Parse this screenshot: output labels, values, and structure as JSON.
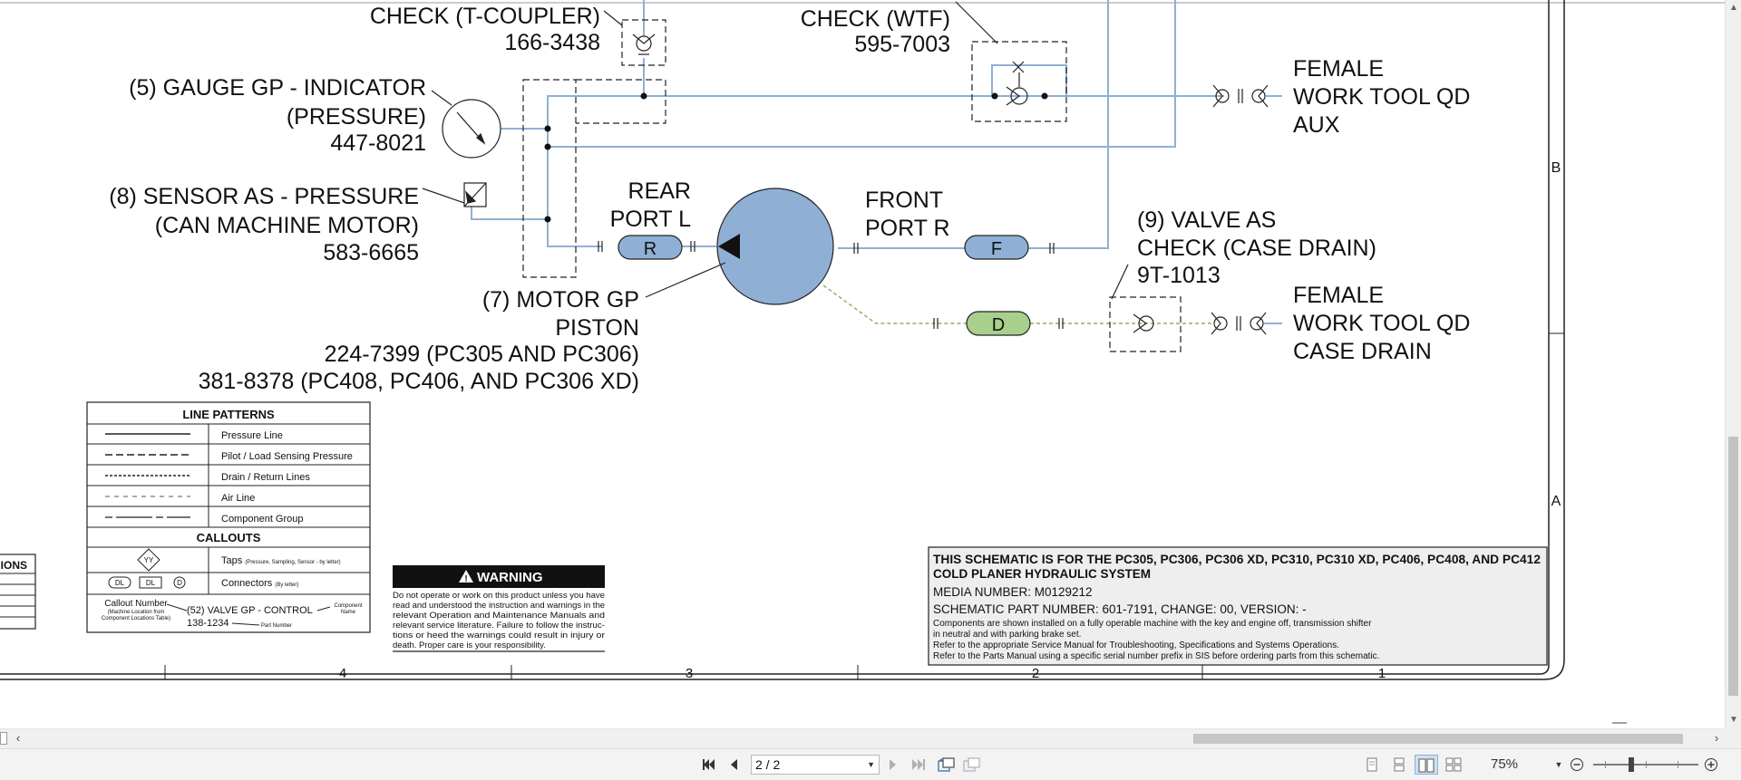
{
  "document": {
    "labels": {
      "check_tcoupler": "CHECK (T-COUPLER)",
      "check_tcoupler_pn": "166-3438",
      "check_wtf": "CHECK (WTF)",
      "check_wtf_pn": "595-7003",
      "gauge_l1": "(5) GAUGE GP - INDICATOR",
      "gauge_l2": "(PRESSURE)",
      "gauge_pn": "447-8021",
      "sensor_l1": "(8) SENSOR AS - PRESSURE",
      "sensor_l2": "(CAN MACHINE MOTOR)",
      "sensor_pn": "583-6665",
      "rear_l1": "REAR",
      "rear_l2": "PORT L",
      "front_l1": "FRONT",
      "front_l2": "PORT R",
      "valve_l1": "(9) VALVE AS",
      "valve_l2": "CHECK (CASE DRAIN)",
      "valve_pn": "9T-1013",
      "aux_l1": "FEMALE",
      "aux_l2": "WORK TOOL QD",
      "aux_l3": "AUX",
      "cd_l1": "FEMALE",
      "cd_l2": "WORK TOOL QD",
      "cd_l3": "CASE DRAIN",
      "motor_l1": "(7) MOTOR GP",
      "motor_l2": "PISTON",
      "motor_pn1": "224-7399 (PC305 AND PC306)",
      "motor_pn2": "381-8378 (PC408, PC406, AND PC306 XD)",
      "conn_r": "R",
      "conn_f": "F",
      "conn_d": "D"
    },
    "legend": {
      "title": "LINE PATTERNS",
      "rows": [
        "Pressure Line",
        "Pilot / Load Sensing Pressure",
        "Drain / Return Lines",
        "Air Line",
        "Component Group"
      ],
      "callouts_title": "CALLOUTS",
      "taps_label": "Taps",
      "taps_note": "(Pressure, Sampling, Sensor - by letter)",
      "taps_symbol": "YY",
      "connectors_label": "Connectors",
      "connectors_note": "(By letter)",
      "conn_symbol_1": "DL",
      "conn_symbol_2": "DL",
      "conn_symbol_3": "D",
      "callout_number": "Callout Number",
      "callout_note_1": "(Machine Location from",
      "callout_note_2": "Component Locations Table)",
      "callout_example": "(52) VALVE GP - CONTROL",
      "component_name_1": "Component",
      "component_name_2": "Name",
      "part_example": "138-1234",
      "part_number": "Part Number"
    },
    "partial_table_title": "IONS",
    "warning": {
      "title": "WARNING",
      "lines": [
        "Do not operate or work on this product unless you have",
        "read and understood the instruction and warnings in the",
        "relevant Operation and Maintenance Manuals and",
        "relevant service literature. Failure to follow the instruc-",
        "tions or heed the warnings could result in injury or",
        "death. Proper care is your responsibility."
      ]
    },
    "info": {
      "title_l1": "THIS SCHEMATIC IS FOR THE PC305, PC306, PC306 XD, PC310, PC310 XD, PC406, PC408, AND PC412",
      "title_l2": "COLD PLANER HYDRAULIC SYSTEM",
      "media": "MEDIA NUMBER: M0129212",
      "part": "SCHEMATIC PART NUMBER: 601-7191, CHANGE: 00, VERSION: -",
      "note1": "Components are shown installed on a fully operable machine with the key and engine off, transmission shifter",
      "note2": "in neutral and with parking brake set.",
      "note3": "Refer to the appropriate Service Manual for Troubleshooting, Specifications and Systems Operations.",
      "note4": "Refer to the Parts Manual using a specific serial number prefix in SIS before ordering parts from this schematic."
    },
    "zones": {
      "b": "B",
      "a": "A"
    },
    "columns": {
      "c4": "4",
      "c3": "3",
      "c2": "2",
      "c1": "1"
    }
  },
  "toolbar": {
    "page_value": "2 / 2",
    "zoom_value": "75%"
  },
  "colors": {
    "hydraulic_line": "#8fb0d4",
    "motor_fill": "#8fb0d4",
    "drain_connector": "#a9cf8c",
    "drain_line": "#8fb16a",
    "info_box_bg": "#eeeeee",
    "warning_bg": "#111111"
  },
  "icons": {
    "first_page": "first-page-icon",
    "prev_page": "prev-page-icon",
    "next_page": "next-page-icon",
    "last_page": "last-page-icon",
    "zoom_out": "zoom-out-icon",
    "zoom_in": "zoom-in-icon"
  }
}
